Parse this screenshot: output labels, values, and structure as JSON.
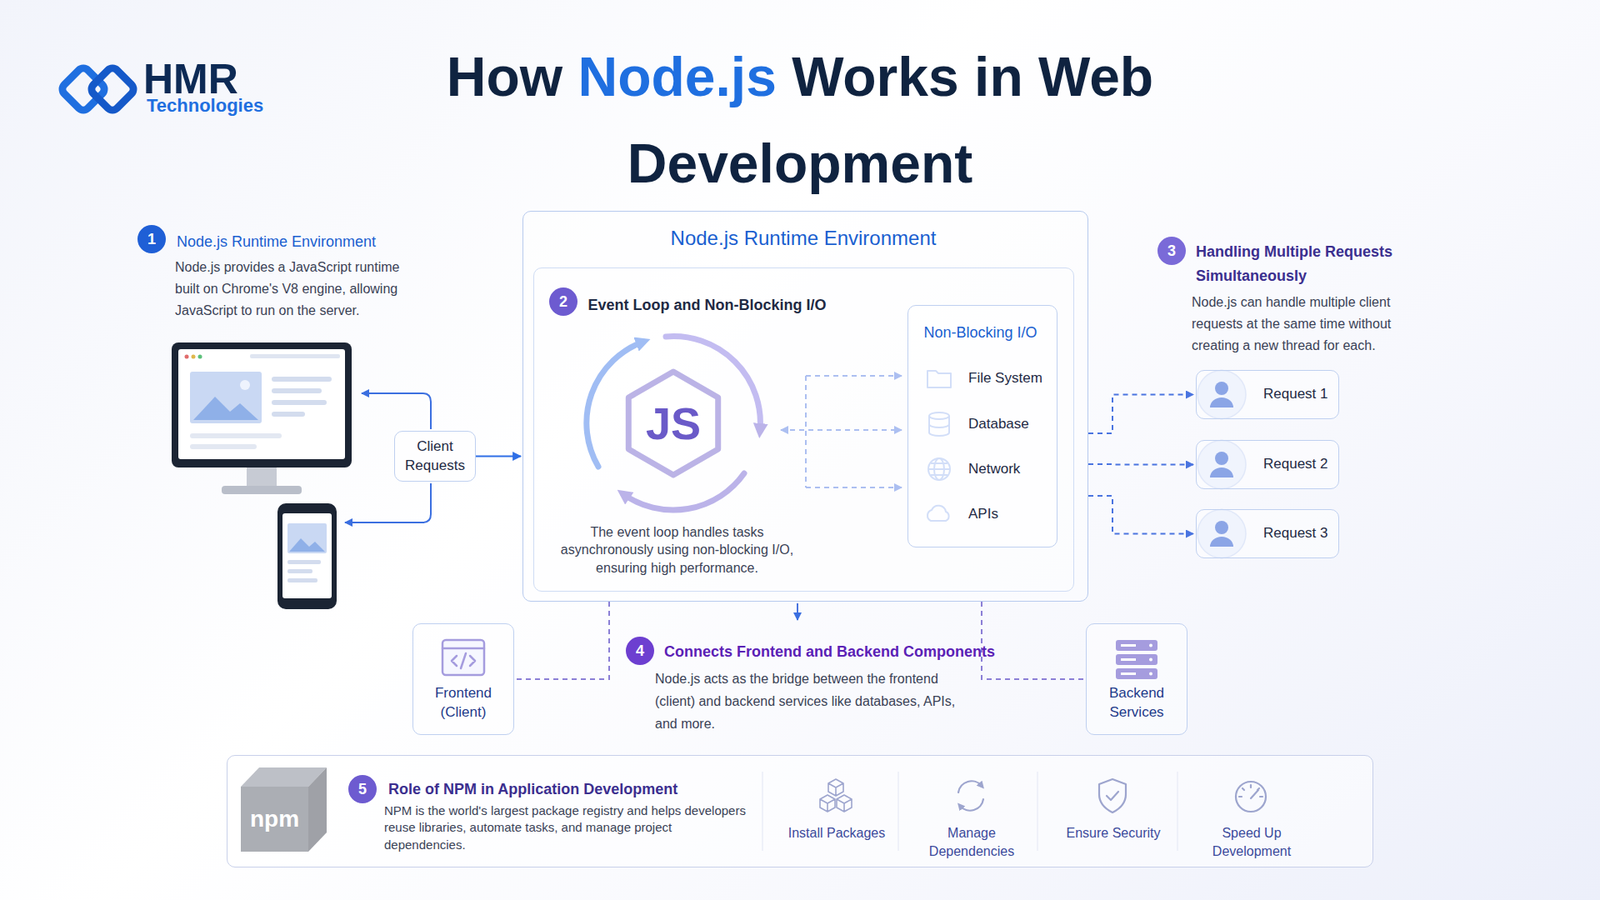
{
  "diagram": {
    "title": "How Node.js Works in Web Development",
    "nodes": [
      {
        "text": [
          "Client Requests"
        ]
      },
      {
        "text": [
          "Node.js Runtime Environment"
        ]
      },
      {
        "text": [
          "Event Loop and Non-Blocking I/O",
          "The event loop handles tasks asynchronously using non-blocking I/O, ensuring high performance."
        ],
        "in": 1
      },
      {
        "text": [
          "Non-Blocking I/O",
          "File System",
          "Database",
          "Network",
          "APIs"
        ],
        "in": 2
      },
      {
        "text": [
          "Request 1"
        ]
      },
      {
        "text": [
          "Request 2"
        ]
      },
      {
        "text": [
          "Request 3"
        ]
      },
      {
        "text": [
          "Frontend (Client)"
        ]
      },
      {
        "text": [
          "Backend Services"
        ]
      },
      {
        "text": [
          "Role of NPM in Application Development",
          "NPM is the world's largest package registry and helps developers reuse libraries, automate tasks, and manage project dependencies.",
          "Install Packages",
          "Manage Dependencies",
          "Ensure Security",
          "Speed Up Development"
        ]
      }
    ],
    "edges": [
      {
        "from": 0,
        "to": 1,
        "arrow": "to"
      },
      {
        "from": 1,
        "to": 4,
        "arrow": "to"
      },
      {
        "from": 1,
        "to": 5,
        "arrow": "to"
      },
      {
        "from": 1,
        "to": 6,
        "arrow": "to"
      },
      {
        "from": 1,
        "to": 7,
        "arrow": "none"
      },
      {
        "from": 1,
        "to": 8,
        "arrow": "none"
      }
    ],
    "labels": [
      "HMR",
      "Technologies",
      "1",
      "Node.js Runtime Environment",
      "Node.js provides a JavaScript runtime built on Chrome's V8 engine, allowing JavaScript to run on the server.",
      "2",
      "JS",
      "3",
      "Handling Multiple Requests Simultaneously",
      "Node.js can handle multiple client requests at the same time without creating a new thread for each.",
      "4",
      "Connects Frontend and Backend Components",
      "Node.js acts as the bridge between the frontend (client) and backend services like databases, APIs, and more.",
      "5",
      "npm"
    ]
  }
}
